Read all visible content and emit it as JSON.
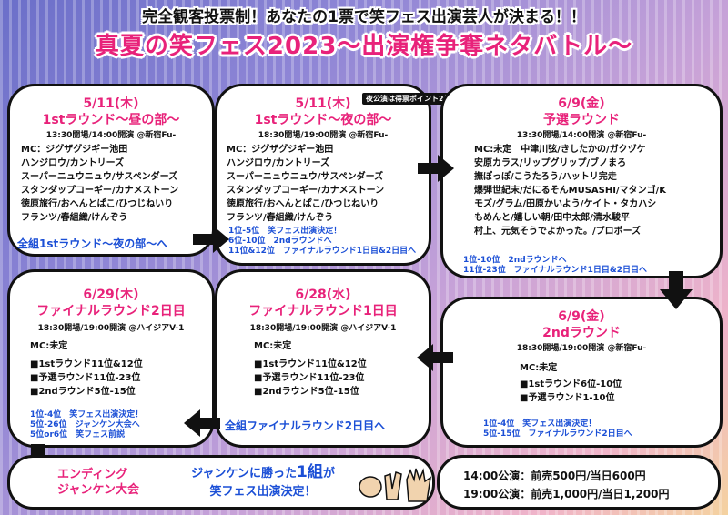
{
  "header": {
    "line1": "完全観客投票制！あなたの1票で笑フェス出演芸人が決まる！！",
    "title": "真夏の笑フェス2023〜出演権争奪ネタバトル〜"
  },
  "box1": {
    "date": "5/11(木)",
    "round": "1stラウンド〜昼の部〜",
    "info": "13:30開場/14:00開演 @新宿Fu-",
    "mc": [
      "MC：ジグザグジギー池田",
      "ハンジロウ/カントリーズ",
      "スーパーニュウニュウ/サスペンダーズ",
      "スタンダップコーギー/カナメストーン",
      "徳原旅行/おへんとぱこ/ひつじねいり",
      "フランツ/春組織/けんぞう"
    ],
    "link": "全組1stラウンド〜夜の部〜へ"
  },
  "box2": {
    "note": "夜公演は得票ポイント2倍",
    "date": "5/11(木)",
    "round": "1stラウンド〜夜の部〜",
    "info": "18:30開場/19:00開演 @新宿Fu-",
    "mc": [
      "MC：ジグザグジギー池田",
      "ハンジロウ/カントリーズ",
      "スーパーニュウニュウ/サスペンダーズ",
      "スタンダップコーギー/カナメストーン",
      "徳原旅行/おへんとぱこ/ひつじねいり",
      "フランツ/春組織/けんぞう"
    ],
    "results": [
      "1位-5位　笑フェス出演決定！",
      "6位-10位　2ndラウンドへ",
      "11位&12位　ファイナルラウンド1日目&2日目へ"
    ]
  },
  "box3": {
    "date": "6/9(金)",
    "round": "予選ラウンド",
    "info": "13:30開場/14:00開演 @新宿Fu-",
    "mc": [
      "MC:未定　中津川弦/きしたかの/ガクヅケ",
      "安原カラス/リップグリップ/ブノまろ",
      "撫ぽっぽ/こうたろう/ハットリ完走",
      "爆弾世紀末/だにるそんMUSASHI/マタンゴ/K",
      "モズ/グラム/田原かいよう/ケイト・タカハシ",
      "もめんと/嬉しい朝/田中太郎/清水駿平",
      "村上、元気そうでよかった。/プロポーズ"
    ],
    "results": [
      "1位-10位　2ndラウンドへ",
      "11位-23位　ファイナルラウンド1日目&2日目へ"
    ]
  },
  "box4": {
    "date": "6/29(木)",
    "round": "ファイナルラウンド2日目",
    "info": "18:30開場/19:00開演 @ハイジアV-1",
    "mc": "MC:未定",
    "items": [
      "■1stラウンド11位&12位",
      "■予選ラウンド11位-23位",
      "■2ndラウンド5位-15位"
    ],
    "results": [
      "1位-4位　笑フェス出演決定！",
      "5位-26位　ジャンケン大会へ",
      "5位or6位　笑フェス前説"
    ]
  },
  "box5": {
    "date": "6/28(水)",
    "round": "ファイナルラウンド1日目",
    "info": "18:30開場/19:00開演 @ハイジアV-1",
    "mc": "MC:未定",
    "items": [
      "■1stラウンド11位&12位",
      "■予選ラウンド11位-23位",
      "■2ndラウンド5位-15位"
    ],
    "link": "全組ファイナルラウンド2日目へ"
  },
  "box6": {
    "date": "6/9(金)",
    "round": "2ndラウンド",
    "info": "18:30開場/19:00開演 @新宿Fu-",
    "mc": "MC:未定",
    "items": [
      "■1stラウンド6位-10位",
      "■予選ラウンド1-10位"
    ],
    "results": [
      "1位-4位　笑フェス出演決定！",
      "5位-15位　ファイナルラウンド2日目へ"
    ]
  },
  "bottom": {
    "ending_line1": "エンディング",
    "ending_line2": "ジャンケン大会",
    "janken_line1": "ジャンケンに勝った",
    "janken_big": "1組",
    "janken_line1b": "が",
    "janken_line2": "笑フェス出演決定！",
    "price1": "14:00公演：前売500円/当日600円",
    "price2": "19:00公演：前売1,000円/当日1,200円"
  }
}
